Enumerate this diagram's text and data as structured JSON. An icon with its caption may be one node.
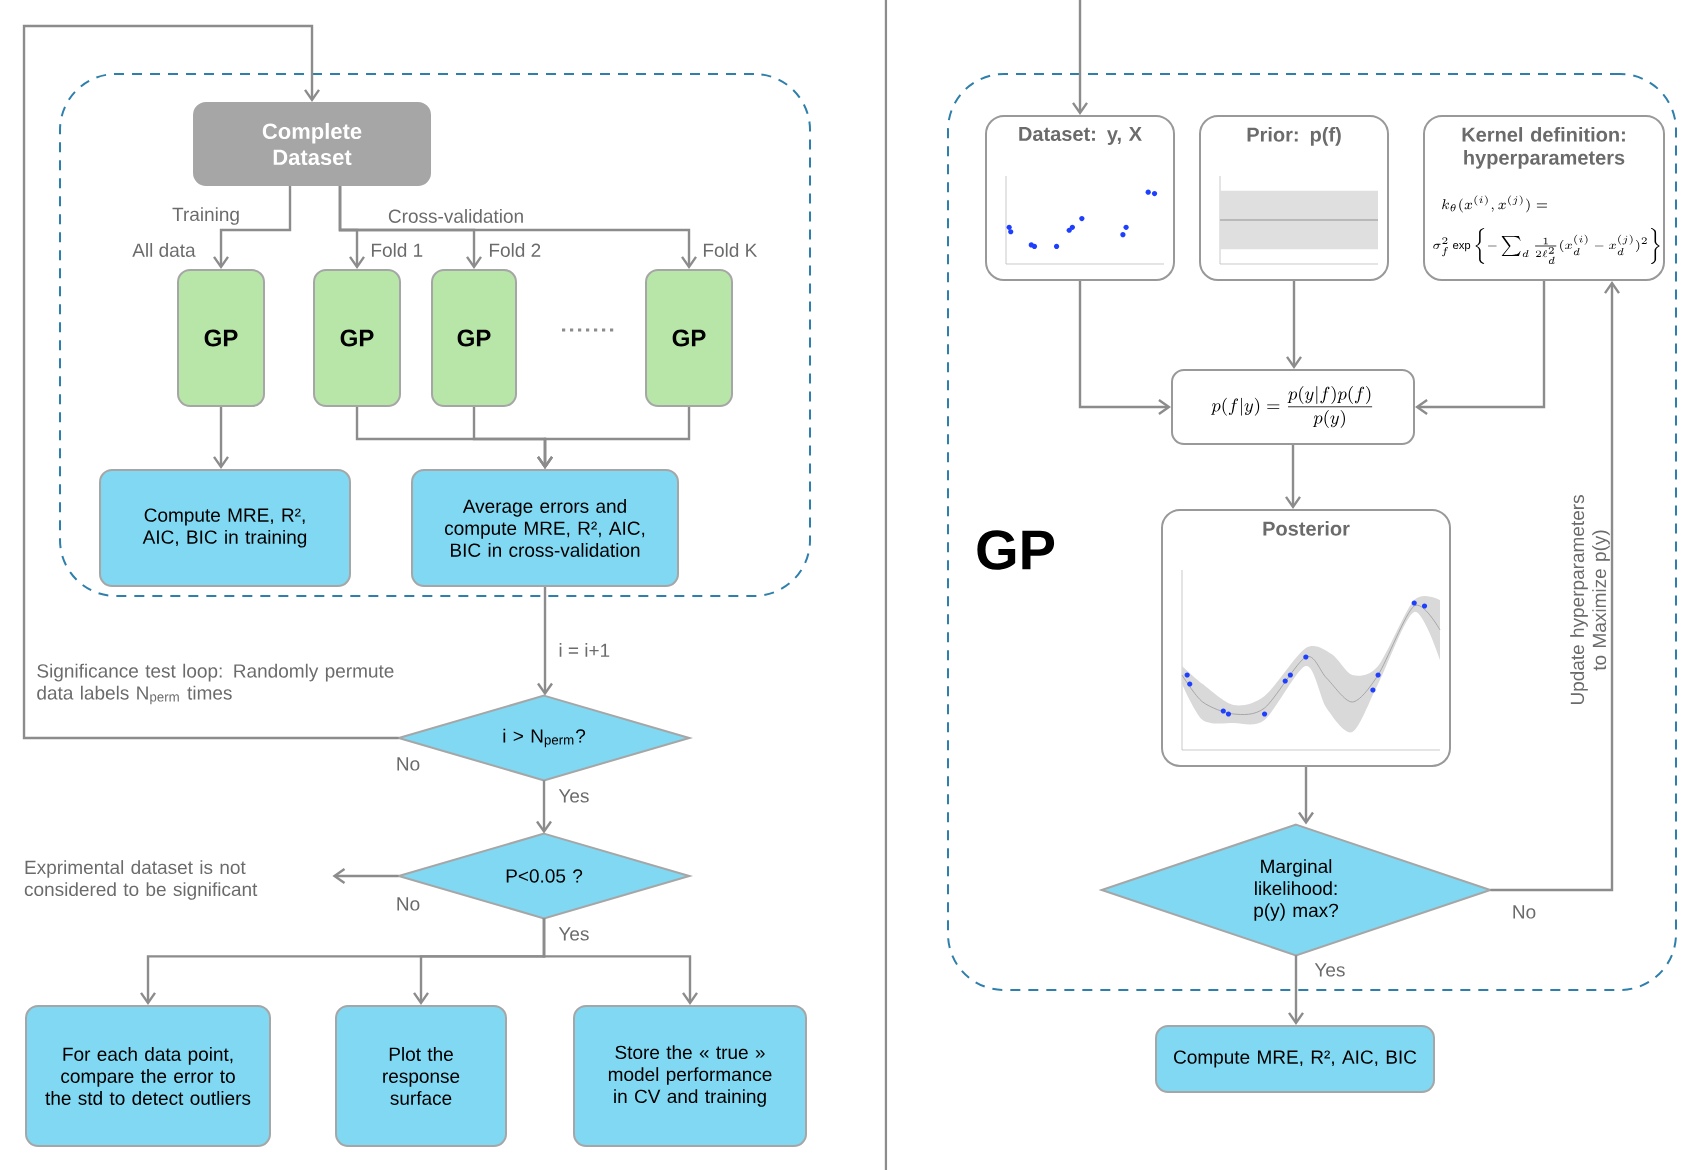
{
  "diagram": {
    "nodes": [
      {
        "text": [],
        "shape": "box"
      },
      {
        "text": [
          "Complete Dataset"
        ],
        "in": 0
      },
      {
        "text": [
          "GP"
        ],
        "in": 0
      },
      {
        "text": [
          "GP"
        ],
        "in": 0
      },
      {
        "text": [
          "GP"
        ],
        "in": 0
      },
      {
        "text": [
          "GP"
        ],
        "in": 0
      },
      {
        "text": [
          "Compute MRE, R², AIC, BIC in training"
        ],
        "in": 0
      },
      {
        "text": [
          "Average errors and compute MRE, R², AIC, BIC in cross-validation"
        ],
        "in": 0
      },
      {
        "text": [
          "i > N$_{perm}$?"
        ]
      },
      {
        "text": [
          "P<0.05 ?"
        ]
      },
      {
        "text": [
          "Exprimental dataset is not considered to be significant"
        ]
      },
      {
        "text": [
          "For each data point, compare the error to the std to detect outliers"
        ]
      },
      {
        "text": [
          "Plot the response surface"
        ]
      },
      {
        "text": [
          "Store the « true » model performance in CV and training"
        ]
      },
      {
        "text": [
          "GP"
        ]
      },
      {
        "text": [
          "Dataset: y, X"
        ],
        "in": 14
      },
      {
        "text": [
          "Prior: p(f)"
        ],
        "in": 14
      },
      {
        "text": [
          "Kernel definition: hyperparameters",
          "k_\\theta(x^{(i)},x^{(j)}) =",
          "\\sigma_f^2 \\exp\\left\\{-\\sum_d \\frac{1}{2\\ell_d^2}(x_d^{(i)}-x_d^{(j)})^2\\right\\}"
        ],
        "in": 14
      },
      {
        "text": [
          "p(f|y) = \\frac{p(y|f)p(f)}{p(y)}"
        ],
        "in": 14
      },
      {
        "text": [
          "Posterior"
        ],
        "in": 14
      },
      {
        "text": [
          "Marginal likelihood: p(y) max?"
        ],
        "in": 14
      },
      {
        "text": [
          "Compute MRE, R², AIC, BIC"
        ]
      }
    ],
    "edges": [
      {
        "from": 1,
        "to": 2,
        "arrow": "to",
        "label": "All data"
      },
      {
        "from": 1,
        "to": 3,
        "arrow": "to",
        "label": "Fold 1"
      },
      {
        "from": 1,
        "to": 4,
        "arrow": "to",
        "label": "Fold 2"
      },
      {
        "from": 1,
        "to": 5,
        "arrow": "to",
        "label": "Fold K"
      },
      {
        "from": 2,
        "to": 6,
        "arrow": "to"
      },
      {
        "from": 3,
        "to": 7,
        "arrow": "to"
      },
      {
        "from": 4,
        "to": 7,
        "arrow": "to"
      },
      {
        "from": 5,
        "to": 7,
        "arrow": "to"
      },
      {
        "from": 7,
        "to": 8,
        "arrow": "to",
        "label": "i = i+1"
      },
      {
        "from": 8,
        "to": 1,
        "arrow": "to",
        "label": "No"
      },
      {
        "from": 8,
        "to": 9,
        "arrow": "to",
        "label": "Yes"
      },
      {
        "from": 9,
        "to": 10,
        "arrow": "to",
        "label": "No"
      },
      {
        "from": 9,
        "to": 11,
        "arrow": "to",
        "label": "Yes"
      },
      {
        "from": 9,
        "to": 12,
        "arrow": "to"
      },
      {
        "from": 9,
        "to": 13,
        "arrow": "to"
      },
      {
        "from": null,
        "to": 15,
        "arrow": "to"
      },
      {
        "from": 15,
        "to": 18,
        "arrow": "to"
      },
      {
        "from": 16,
        "to": 18,
        "arrow": "to"
      },
      {
        "from": 17,
        "to": 18,
        "arrow": "to"
      },
      {
        "from": 18,
        "to": 19,
        "arrow": "to"
      },
      {
        "from": 19,
        "to": 20,
        "arrow": "to"
      },
      {
        "from": 20,
        "to": 17,
        "arrow": "to",
        "label": "No"
      },
      {
        "from": 20,
        "to": 21,
        "arrow": "to",
        "label": "Yes"
      }
    ],
    "labels": [
      "Training",
      "Cross-validation",
      "Significance test loop: Randomly permute data labels N$_{perm}$ times",
      "Update hyperparameters to Maximize p(y)"
    ]
  }
}
